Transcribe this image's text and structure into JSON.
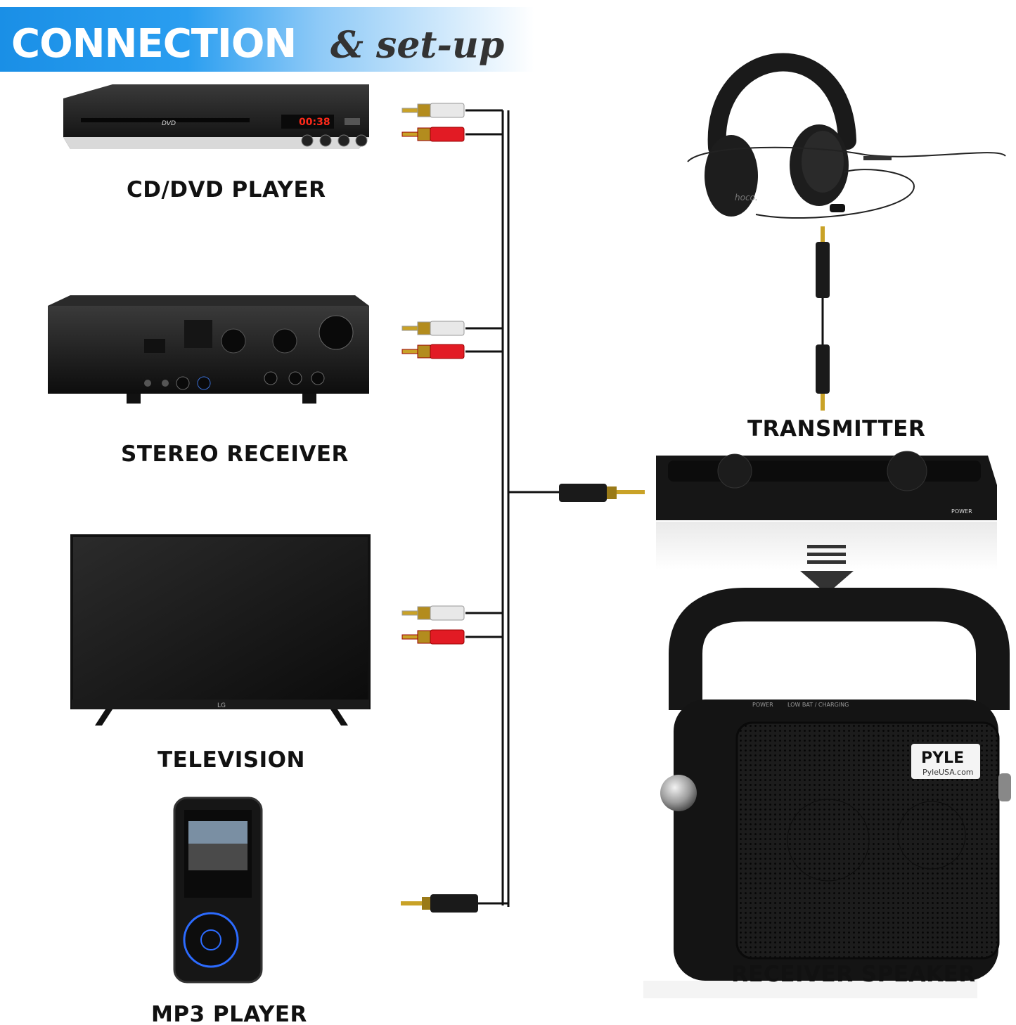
{
  "title": {
    "main": "CONNECTION",
    "script": "& set-up"
  },
  "devices": {
    "cd_dvd": {
      "label": "CD/DVD PLAYER",
      "brand": "DVD",
      "display": "00:38"
    },
    "stereo": {
      "label": "STEREO RECEIVER"
    },
    "tv": {
      "label": "TELEVISION",
      "brand": "LG"
    },
    "mp3": {
      "label": "MP3 PLAYER"
    },
    "transmitter": {
      "label": "TRANSMITTER",
      "power_text": "POWER"
    },
    "receiver": {
      "label": "RECEIVER SPEAKER",
      "brand": "PYLE",
      "site": "PyleUSA.com",
      "power_text": "POWER",
      "status_text": "LOW BAT / CHARGING"
    },
    "headphones": {
      "brand": "hoco."
    }
  },
  "colors": {
    "banner": "#1a8fe6",
    "rca_red": "#e21b24",
    "rca_white": "#e8e8e8",
    "cable": "#111111",
    "device_body": "#1a1a1a"
  }
}
